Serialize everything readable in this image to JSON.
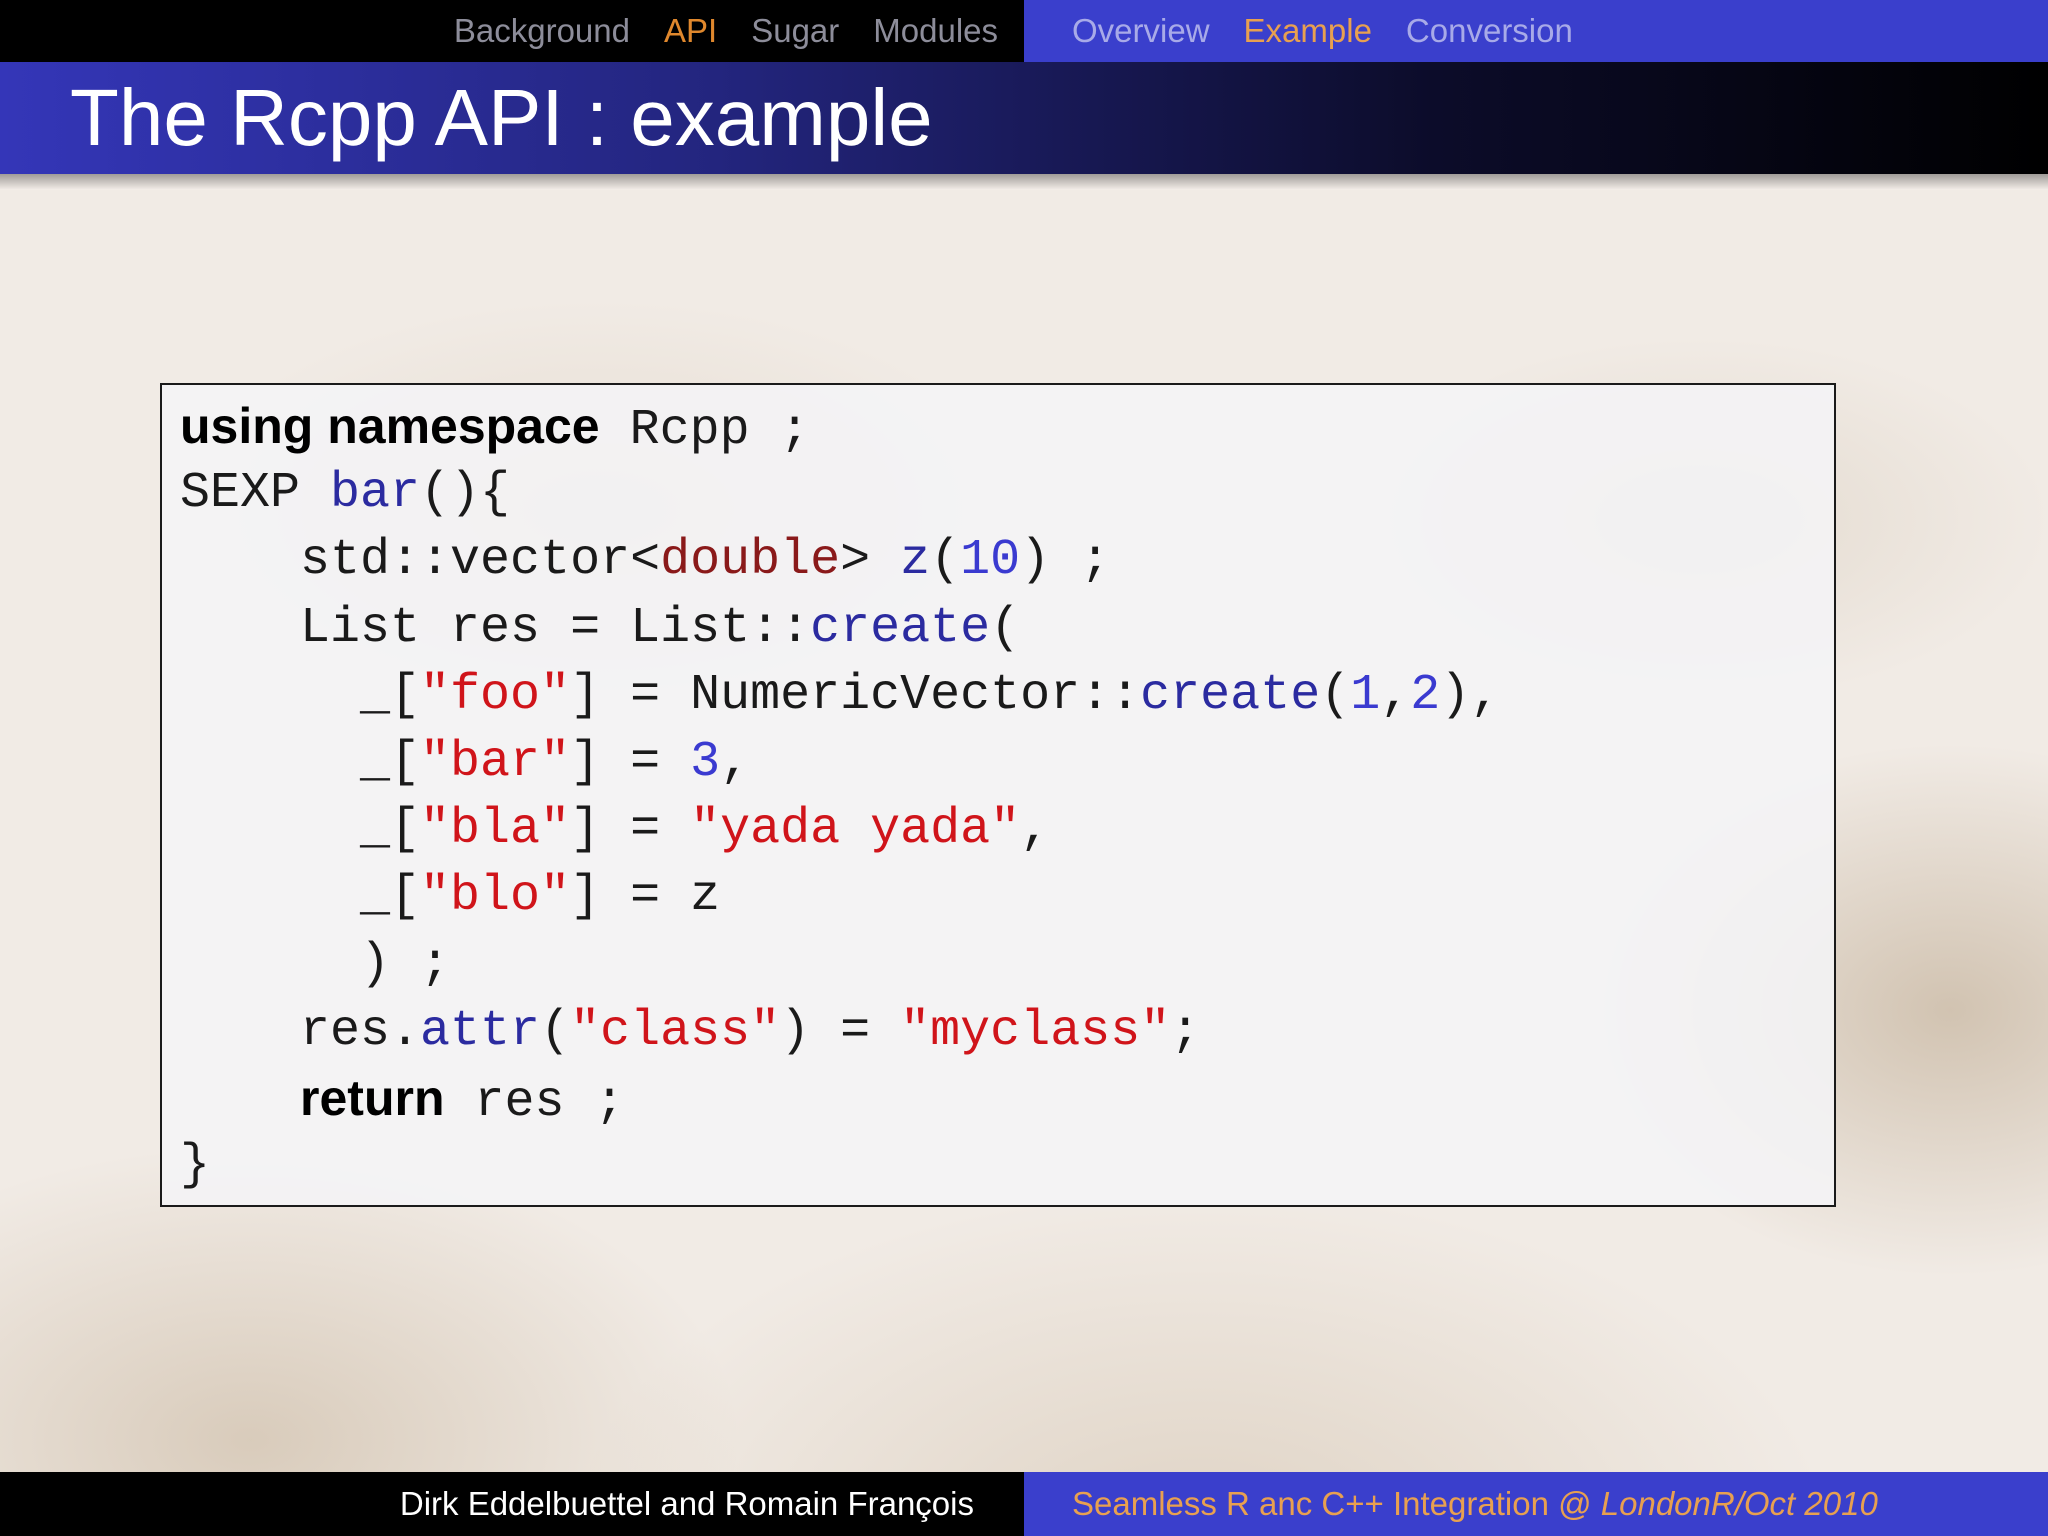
{
  "nav": {
    "sections": [
      {
        "label": "Background",
        "active": false
      },
      {
        "label": "API",
        "active": true
      },
      {
        "label": "Sugar",
        "active": false
      },
      {
        "label": "Modules",
        "active": false
      }
    ],
    "subsections": [
      {
        "label": "Overview",
        "active": false
      },
      {
        "label": "Example",
        "active": true
      },
      {
        "label": "Conversion",
        "active": false
      }
    ]
  },
  "slide": {
    "title": "The Rcpp API : example"
  },
  "code": {
    "lines": [
      [
        {
          "t": "using namespace",
          "c": "kw"
        },
        {
          "t": " Rcpp ;",
          "c": ""
        }
      ],
      [
        {
          "t": "SEXP ",
          "c": ""
        },
        {
          "t": "bar",
          "c": "fn"
        },
        {
          "t": "(){",
          "c": ""
        }
      ],
      [
        {
          "t": "    std::vector<",
          "c": ""
        },
        {
          "t": "double",
          "c": "tmpl"
        },
        {
          "t": "> ",
          "c": ""
        },
        {
          "t": "z",
          "c": "fn"
        },
        {
          "t": "(",
          "c": ""
        },
        {
          "t": "10",
          "c": "num"
        },
        {
          "t": ") ;",
          "c": ""
        }
      ],
      [
        {
          "t": "    List res = List::",
          "c": ""
        },
        {
          "t": "create",
          "c": "fn"
        },
        {
          "t": "(",
          "c": ""
        }
      ],
      [
        {
          "t": "      _[",
          "c": ""
        },
        {
          "t": "\"foo\"",
          "c": "str"
        },
        {
          "t": "] = NumericVector::",
          "c": ""
        },
        {
          "t": "create",
          "c": "fn"
        },
        {
          "t": "(",
          "c": ""
        },
        {
          "t": "1",
          "c": "num"
        },
        {
          "t": ",",
          "c": ""
        },
        {
          "t": "2",
          "c": "num"
        },
        {
          "t": "),",
          "c": ""
        }
      ],
      [
        {
          "t": "      _[",
          "c": ""
        },
        {
          "t": "\"bar\"",
          "c": "str"
        },
        {
          "t": "] = ",
          "c": ""
        },
        {
          "t": "3",
          "c": "num"
        },
        {
          "t": ",",
          "c": ""
        }
      ],
      [
        {
          "t": "      _[",
          "c": ""
        },
        {
          "t": "\"bla\"",
          "c": "str"
        },
        {
          "t": "] = ",
          "c": ""
        },
        {
          "t": "\"yada yada\"",
          "c": "str"
        },
        {
          "t": ",",
          "c": ""
        }
      ],
      [
        {
          "t": "      _[",
          "c": ""
        },
        {
          "t": "\"blo\"",
          "c": "str"
        },
        {
          "t": "] = z",
          "c": ""
        }
      ],
      [
        {
          "t": "      ) ;",
          "c": ""
        }
      ],
      [
        {
          "t": "    res.",
          "c": ""
        },
        {
          "t": "attr",
          "c": "fn"
        },
        {
          "t": "(",
          "c": ""
        },
        {
          "t": "\"class\"",
          "c": "str"
        },
        {
          "t": ") = ",
          "c": ""
        },
        {
          "t": "\"myclass\"",
          "c": "str"
        },
        {
          "t": ";",
          "c": ""
        }
      ],
      [
        {
          "t": "    ",
          "c": ""
        },
        {
          "t": "return",
          "c": "kw"
        },
        {
          "t": " res ;",
          "c": ""
        }
      ],
      [
        {
          "t": "}",
          "c": ""
        }
      ]
    ]
  },
  "footer": {
    "authors": "Dirk Eddelbuettel and Romain François",
    "talk": "Seamless R anc C++ Integration @ ",
    "event": "LondonR/Oct 2010"
  },
  "colors": {
    "nav_active": "#e0882d",
    "title_bar_start": "#3436b8",
    "string": "#d0141a",
    "function": "#2b2ba0",
    "number": "#3a3ad0",
    "footer_right": "#3a3fcc"
  }
}
